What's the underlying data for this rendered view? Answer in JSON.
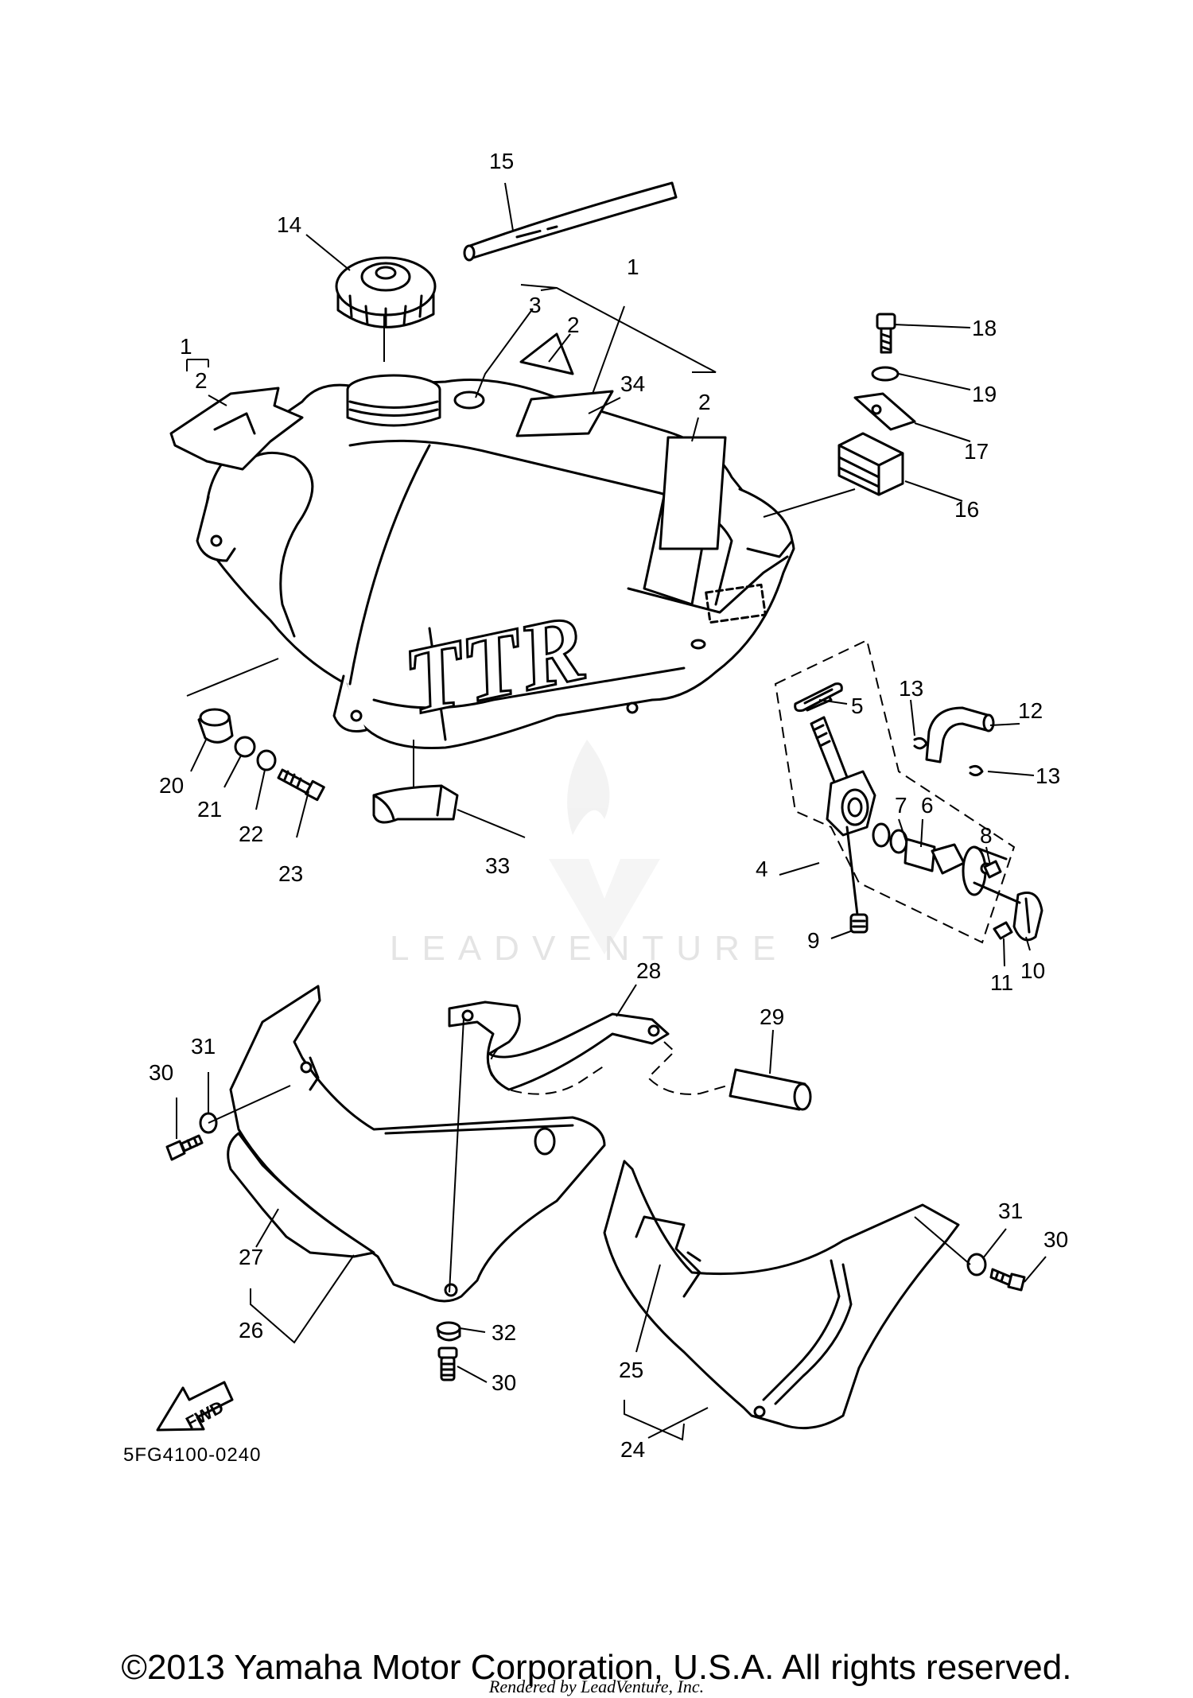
{
  "diagram_code": "5FG4100-0240",
  "tank_emblem": "TTR",
  "fwd_label": "FWD",
  "watermark": {
    "text": "LEADVENTURE"
  },
  "footer": {
    "copyright": "©2013 Yamaha Motor Corporation, U.S.A. All rights reserved.",
    "rendered_by": "Rendered by LeadVenture, Inc."
  },
  "callouts": [
    {
      "id": "c1a",
      "label": "1"
    },
    {
      "id": "c2a",
      "label": "2"
    },
    {
      "id": "c3",
      "label": "3"
    },
    {
      "id": "c2b",
      "label": "2"
    },
    {
      "id": "c1b",
      "label": "1"
    },
    {
      "id": "c34",
      "label": "34"
    },
    {
      "id": "c2c",
      "label": "2"
    },
    {
      "id": "c14",
      "label": "14"
    },
    {
      "id": "c15",
      "label": "15"
    },
    {
      "id": "c18",
      "label": "18"
    },
    {
      "id": "c19",
      "label": "19"
    },
    {
      "id": "c17",
      "label": "17"
    },
    {
      "id": "c16",
      "label": "16"
    },
    {
      "id": "c20",
      "label": "20"
    },
    {
      "id": "c21",
      "label": "21"
    },
    {
      "id": "c22",
      "label": "22"
    },
    {
      "id": "c23",
      "label": "23"
    },
    {
      "id": "c33",
      "label": "33"
    },
    {
      "id": "c5",
      "label": "5"
    },
    {
      "id": "c13a",
      "label": "13"
    },
    {
      "id": "c12",
      "label": "12"
    },
    {
      "id": "c13b",
      "label": "13"
    },
    {
      "id": "c7",
      "label": "7"
    },
    {
      "id": "c6",
      "label": "6"
    },
    {
      "id": "c8",
      "label": "8"
    },
    {
      "id": "c4",
      "label": "4"
    },
    {
      "id": "c9",
      "label": "9"
    },
    {
      "id": "c11",
      "label": "11"
    },
    {
      "id": "c10",
      "label": "10"
    },
    {
      "id": "c28",
      "label": "28"
    },
    {
      "id": "c29",
      "label": "29"
    },
    {
      "id": "c31a",
      "label": "31"
    },
    {
      "id": "c30a",
      "label": "30"
    },
    {
      "id": "c27",
      "label": "27"
    },
    {
      "id": "c26",
      "label": "26"
    },
    {
      "id": "c32",
      "label": "32"
    },
    {
      "id": "c30b",
      "label": "30"
    },
    {
      "id": "c31b",
      "label": "31"
    },
    {
      "id": "c30c",
      "label": "30"
    },
    {
      "id": "c25",
      "label": "25"
    },
    {
      "id": "c24",
      "label": "24"
    }
  ]
}
